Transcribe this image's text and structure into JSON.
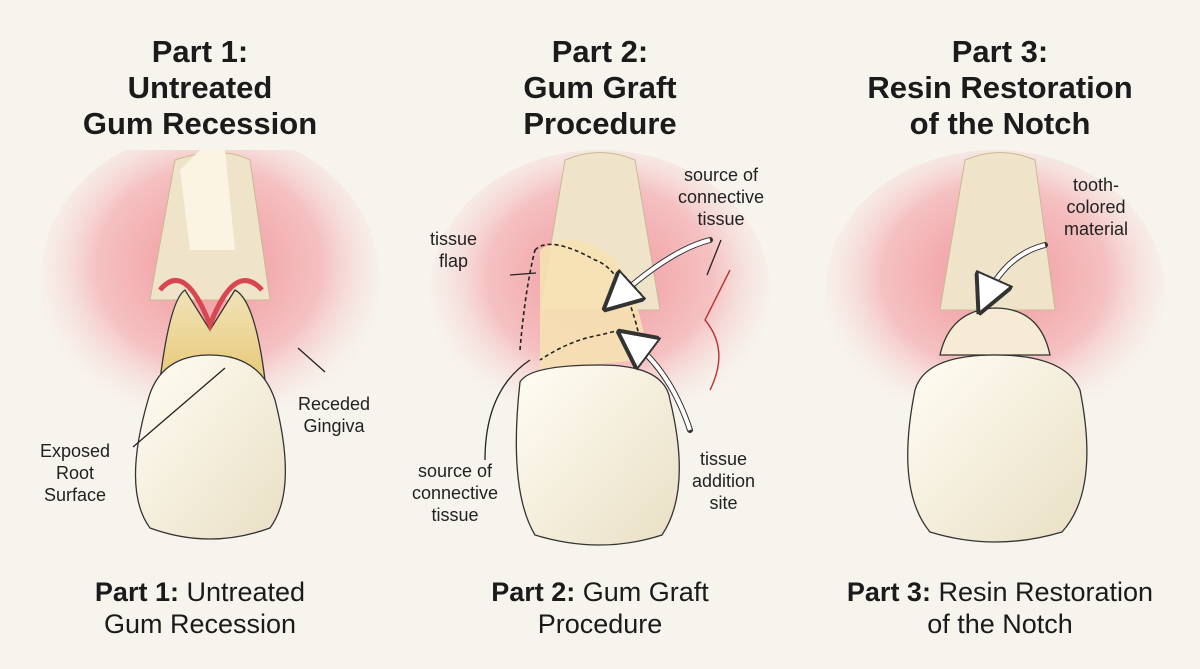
{
  "panels": [
    {
      "title_lines": [
        "Part 1:",
        "Untreated",
        "Gum Recession"
      ],
      "caption_bold": "Part 1:",
      "caption_rest_lines": [
        "Untreated",
        "Gum Recession"
      ],
      "labels": {
        "receded_gingiva": [
          "Receded",
          "Gingiva"
        ],
        "exposed_root": [
          "Exposed",
          "Root",
          "Surface"
        ]
      }
    },
    {
      "title_lines": [
        "Part 2:",
        "Gum Graft",
        "Procedure"
      ],
      "caption_bold": "Part 2:",
      "caption_rest_lines": [
        "Gum Graft",
        "Procedure"
      ],
      "labels": {
        "tissue_flap": [
          "tissue",
          "flap"
        ],
        "source_top": [
          "source of",
          "connective",
          "tissue"
        ],
        "source_bottom": [
          "source of",
          "connective",
          "tissue"
        ],
        "addition_site": [
          "tissue",
          "addition",
          "site"
        ]
      }
    },
    {
      "title_lines": [
        "Part 3:",
        "Resin Restoration",
        "of the Notch"
      ],
      "caption_bold": "Part 3:",
      "caption_rest_lines": [
        "Resin Restoration",
        "of the Notch"
      ],
      "labels": {
        "tooth_colored": [
          "tooth-",
          "colored",
          "material"
        ]
      }
    }
  ],
  "colors": {
    "gum": "#e8848a",
    "gum_light": "#f6c3c3",
    "bone": "#ede3cc",
    "root": "#f0d89a",
    "crown": "#f8f3e2",
    "line": "#222222"
  }
}
